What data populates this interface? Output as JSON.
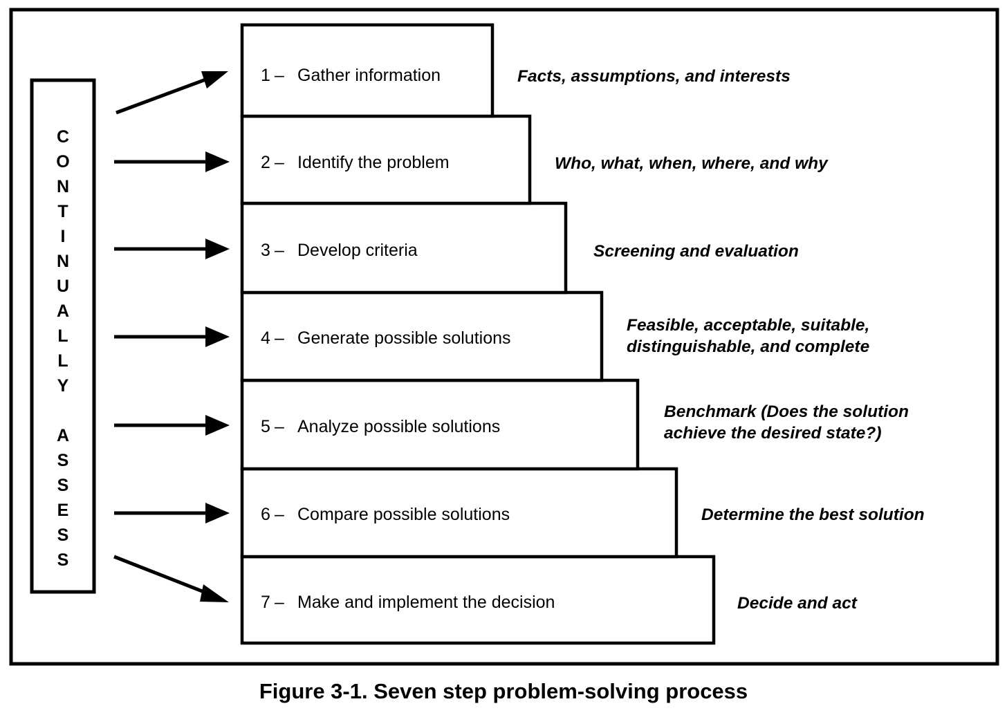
{
  "figure": {
    "caption": "Figure 3-1. Seven step problem-solving process",
    "assess_label": "CONTINUALLY ASSESS",
    "assess_letters": [
      "C",
      "O",
      "N",
      "T",
      "I",
      "N",
      "U",
      "A",
      "L",
      "L",
      "Y",
      "",
      "A",
      "S",
      "S",
      "E",
      "S",
      "S"
    ],
    "colors": {
      "stroke": "#000000",
      "background": "#ffffff",
      "text": "#000000"
    }
  },
  "steps": [
    {
      "number": "1",
      "dash": "–",
      "label": "Gather information",
      "annotation_lines": [
        "Facts, assumptions, and interests"
      ]
    },
    {
      "number": "2",
      "dash": "–",
      "label": "Identify the problem",
      "annotation_lines": [
        "Who, what, when, where, and why"
      ]
    },
    {
      "number": "3",
      "dash": "–",
      "label": "Develop criteria",
      "annotation_lines": [
        "Screening and evaluation"
      ]
    },
    {
      "number": "4",
      "dash": "–",
      "label": "Generate possible solutions",
      "annotation_lines": [
        "Feasible, acceptable, suitable,",
        "distinguishable, and complete"
      ]
    },
    {
      "number": "5",
      "dash": "–",
      "label": "Analyze possible solutions",
      "annotation_lines": [
        "Benchmark (Does the solution",
        "achieve the desired state?)"
      ]
    },
    {
      "number": "6",
      "dash": "–",
      "label": "Compare possible solutions",
      "annotation_lines": [
        "Determine the best solution"
      ]
    },
    {
      "number": "7",
      "dash": "–",
      "label": "Make and implement the decision",
      "annotation_lines": [
        "Decide and act"
      ]
    }
  ]
}
